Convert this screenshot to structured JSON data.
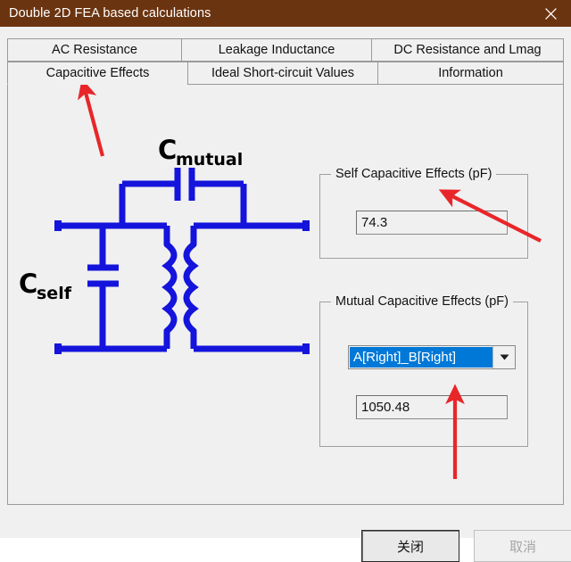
{
  "window": {
    "title": "Double 2D FEA based calculations",
    "close_icon": "close-icon",
    "titlebar_color": "#6b3410"
  },
  "tabs": {
    "row1": [
      {
        "label": "AC Resistance",
        "selected": false
      },
      {
        "label": "Leakage Inductance",
        "selected": false
      },
      {
        "label": "DC Resistance and Lmag",
        "selected": false
      }
    ],
    "row2": [
      {
        "label": "Capacitive Effects",
        "selected": true
      },
      {
        "label": "Ideal Short-circuit Values",
        "selected": false
      },
      {
        "label": "Information",
        "selected": false
      }
    ]
  },
  "self_group": {
    "title": "Self Capacitive Effects (pF)",
    "value": "74.3",
    "placeholder": ""
  },
  "mutual_group": {
    "title": "Mutual Capacitive Effects (pF)",
    "selected_option": "A[Right]_B[Right]",
    "dropdown_icon": "chevron-down-icon",
    "value": "1050.48",
    "placeholder": "",
    "highlight_color": "#0078d7"
  },
  "circuit": {
    "label_mutual_main": "C",
    "label_mutual_sub": "mutual",
    "label_self_main": "C",
    "label_self_sub": "self",
    "line_color": "#1414dc"
  },
  "annotations": {
    "arrow_color": "#e8262a",
    "arrows": [
      {
        "name": "arrow-to-capacitive-effects-tab"
      },
      {
        "name": "arrow-to-self-value"
      },
      {
        "name": "arrow-to-mutual-value"
      }
    ]
  },
  "buttons": {
    "close": "关闭",
    "cancel": "取消"
  }
}
